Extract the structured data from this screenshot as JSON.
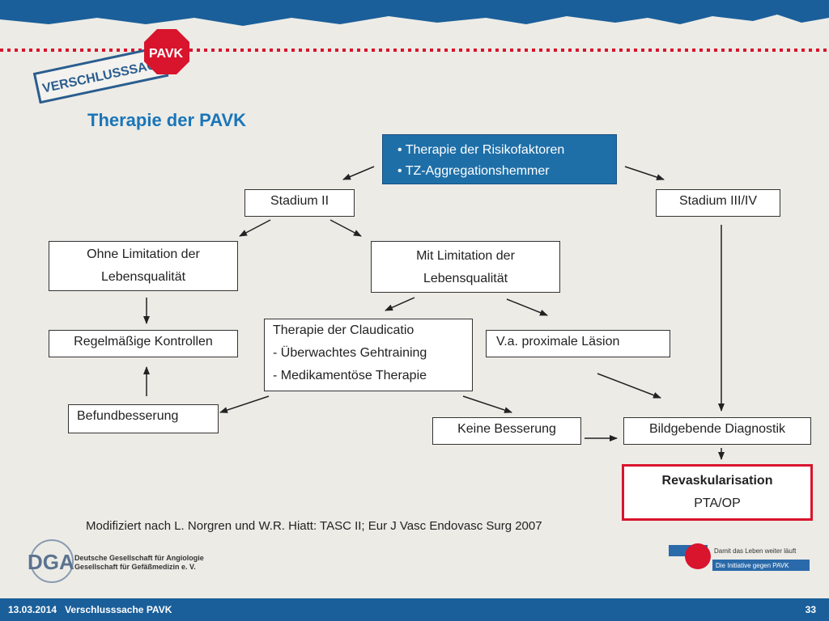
{
  "header": {
    "logo_text": "VERSCHLUSSSACHE",
    "stop_sign_text": "PAVK"
  },
  "slide": {
    "title": "Therapie der PAVK"
  },
  "flowchart": {
    "top_box": {
      "line1": "• Therapie der Risikofaktoren",
      "line2": "• TZ-Aggregationshemmer"
    },
    "stadium2": "Stadium II",
    "stadium34": "Stadium III/IV",
    "ohne_limitation": {
      "line1": "Ohne Limitation der",
      "line2": "Lebensqualität"
    },
    "mit_limitation": {
      "line1": "Mit Limitation der",
      "line2": "Lebensqualität"
    },
    "regelmaessige_kontrollen": "Regelmäßige Kontrollen",
    "therapie_claudicatio": {
      "line1": "Therapie der Claudicatio",
      "line2": "- Überwachtes Gehtraining",
      "line3": "- Medikamentöse Therapie"
    },
    "proximale_laesion": "V.a. proximale Läsion",
    "befundbesserung": "Befundbesserung",
    "keine_besserung": "Keine Besserung",
    "bildgebende_diagnostik": "Bildgebende Diagnostik",
    "revaskularisation": {
      "line1": "Revaskularisation",
      "line2": "PTA/OP"
    }
  },
  "source": "Modifiziert nach L. Norgren und W.R. Hiatt: TASC II; Eur J Vasc Endovasc Surg 2007",
  "dga_logo": {
    "abbrev": "DGA",
    "line1": "Deutsche Gesellschaft für Angiologie",
    "line2": "Gesellschaft für Gefäßmedizin e. V."
  },
  "initiative_logo": {
    "line1": "Damit das Leben weiter läuft",
    "line2": "Die Initiative gegen PAVK"
  },
  "footer": {
    "date": "13.03.2014",
    "label": "Verschlusssache PAVK",
    "page": "33"
  },
  "colors": {
    "accent_blue": "#1a75b8",
    "box_blue": "#1e6fa8",
    "footer_blue": "#1a5f9a",
    "red": "#d9142d",
    "background": "#ecebe6"
  }
}
